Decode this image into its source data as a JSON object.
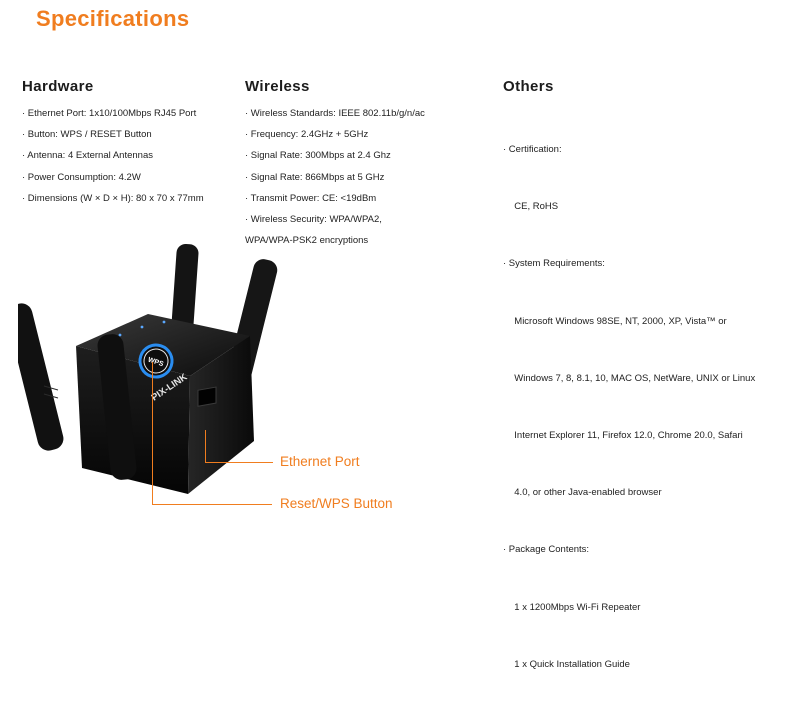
{
  "title": "Specifications",
  "hardware": {
    "heading": "Hardware",
    "items": [
      "· Ethernet Port: 1x10/100Mbps RJ45 Port",
      "· Button: WPS / RESET Button",
      "· Antenna: 4 External Antennas",
      "· Power Consumption: 4.2W",
      "· Dimensions (W × D × H): 80 x 70 x 77mm"
    ]
  },
  "wireless": {
    "heading": "Wireless",
    "items": [
      "·  Wireless Standards: IEEE 802.11b/g/n/ac",
      "· Frequency: 2.4GHz + 5GHz",
      "· Signal Rate: 300Mbps at 2.4 Ghz",
      "· Signal Rate: 866Mbps at 5 GHz",
      "· Transmit Power: CE: <19dBm",
      "· Wireless Security: WPA/WPA2,",
      "WPA/WPA-PSK2 encryptions"
    ]
  },
  "others": {
    "heading": "Others",
    "items": [
      "· Certification:",
      "  CE, RoHS",
      "· System Requirements:",
      "  Microsoft Windows 98SE, NT, 2000, XP, Vista™ or",
      "  Windows 7, 8, 8.1, 10, MAC OS, NetWare, UNIX or Linux",
      "  Internet Explorer 11, Firefox 12.0, Chrome 20.0, Safari",
      "  4.0, or other Java-enabled browser",
      "· Package Contents:",
      "  1 x 1200Mbps Wi-Fi Repeater",
      "  1 x Quick Installation Guide"
    ]
  },
  "device": {
    "brand": "PIX-LINK",
    "wps_label": "WPS"
  },
  "callouts": {
    "ethernet": "Ethernet Port",
    "reset": "Reset/WPS Button"
  },
  "colors": {
    "accent": "#f07d1f",
    "device_body": "#121212",
    "wps_ring": "#2a8df0"
  }
}
